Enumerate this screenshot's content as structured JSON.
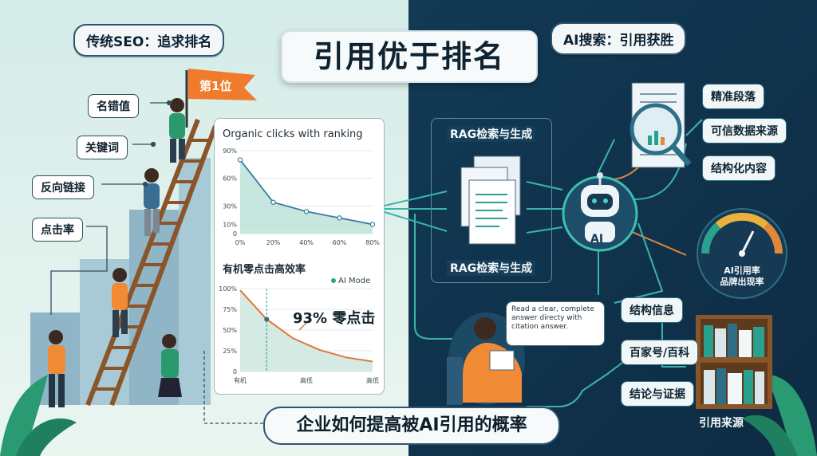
{
  "main_title": "引用优于排名",
  "left_header": "传统SEO：追求排名",
  "right_header": "AI搜索：引用获胜",
  "flag_label": "第1位",
  "left_tags": [
    "名错值",
    "关键词",
    "反向链接",
    "点击率"
  ],
  "chart1": {
    "title": "Organic clicks with ranking",
    "y_ticks": [
      "90%",
      "60%",
      "30%",
      "10%",
      "0"
    ],
    "x_ticks": [
      "0%",
      "20%",
      "40%",
      "60%",
      "80%"
    ]
  },
  "chart2": {
    "title": "有机零点击高效率",
    "legend": "AI Mode",
    "y_ticks": [
      "100%",
      "75%",
      "50%",
      "25%",
      "0"
    ],
    "x_ticks": [
      "有机",
      "高低",
      "高低"
    ],
    "annotation": "93% 零点击"
  },
  "chart_data": [
    {
      "type": "area",
      "title": "Organic clicks with ranking",
      "x": [
        0,
        20,
        40,
        60,
        80
      ],
      "y": [
        80,
        34,
        24,
        17,
        10
      ],
      "ylim": [
        0,
        90
      ]
    },
    {
      "type": "line",
      "title": "有机零点击高效率",
      "x": [
        0,
        1,
        2,
        3,
        4,
        5
      ],
      "series": [
        {
          "name": "AI Mode",
          "values": [
            98,
            63,
            40,
            26,
            17,
            12
          ]
        }
      ],
      "ylim": [
        0,
        100
      ]
    }
  ],
  "rag": {
    "top_label": "RAG检索与生成",
    "bottom_label": "RAG检索与生成"
  },
  "ai_label": "AI",
  "right_tags": [
    "精准段落",
    "可信数据来源",
    "结构化内容"
  ],
  "gauge_label": "AI引用率\n品牌出现率",
  "speech_text": "Read a clear, complete answer directy with citation answer.",
  "source_tags": [
    "结构信息",
    "百家号/百科",
    "结论与证据"
  ],
  "source_caption": "引用来源",
  "bottom_title": "企业如何提高被AI引用的概率",
  "colors": {
    "left_bg": "#d9eee9",
    "right_bg": "#143a55",
    "accent": "#f07b2c",
    "teal": "#2aa18f"
  }
}
